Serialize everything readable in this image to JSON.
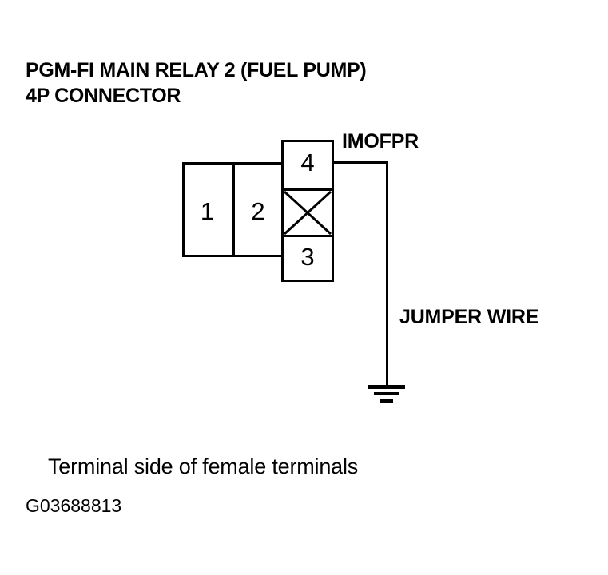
{
  "figure": {
    "title_lines": [
      "PGM-FI MAIN RELAY 2 (FUEL PUMP)",
      "4P CONNECTOR"
    ],
    "caption": "Terminal side of female terminals",
    "code": "G03688813",
    "line_color": "#000000",
    "background_color": "#ffffff"
  },
  "connector": {
    "type": "4P",
    "terminals": [
      {
        "number": "1",
        "position": "left-row-left"
      },
      {
        "number": "2",
        "position": "left-row-right"
      },
      {
        "number": "4",
        "position": "right-column-top"
      },
      {
        "number": "3",
        "position": "right-column-bottom"
      }
    ],
    "blocked_cell": {
      "marker": "x-cross",
      "position": "right-column-middle"
    }
  },
  "wires": {
    "signal_label": "IMOFPR",
    "jumper_label": "JUMPER WIRE",
    "ground_symbol": "earth-ground"
  }
}
